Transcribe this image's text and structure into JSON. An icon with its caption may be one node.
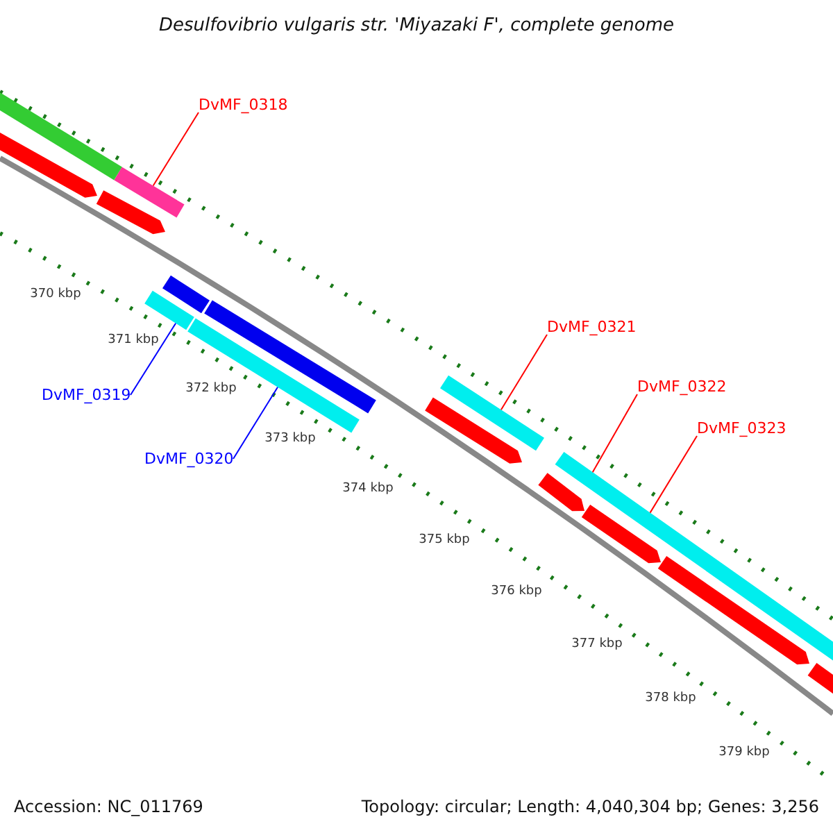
{
  "diagram": {
    "title": "Desulfovibrio vulgaris str. 'Miyazaki F', complete genome",
    "nodes": [
      {
        "text": [
          "DvMF_0318"
        ]
      },
      {
        "text": [],
        "shape": "bar"
      },
      {
        "text": [
          "DvMF_0321"
        ]
      },
      {
        "text": [],
        "shape": "bar"
      },
      {
        "text": [
          "DvMF_0322"
        ]
      },
      {
        "text": [
          "DvMF_0323"
        ]
      },
      {
        "text": [],
        "shape": "bar"
      },
      {
        "text": [
          "DvMF_0319"
        ]
      },
      {
        "text": [],
        "shape": "bar"
      },
      {
        "text": [
          "DvMF_0320"
        ]
      },
      {
        "text": [],
        "shape": "bar"
      },
      {
        "text": [],
        "shape": "bar"
      },
      {
        "text": [],
        "shape": "arrow"
      },
      {
        "text": [],
        "shape": "arrow"
      },
      {
        "text": [],
        "shape": "bar"
      },
      {
        "text": [],
        "shape": "bar"
      },
      {
        "text": [],
        "shape": "arrow"
      },
      {
        "text": [],
        "shape": "arrow"
      },
      {
        "text": [],
        "shape": "arrow"
      },
      {
        "text": [],
        "shape": "arrow"
      },
      {
        "text": [],
        "shape": "arrow"
      }
    ],
    "edges": [
      {
        "from": 0,
        "to": 1,
        "arrow": "none"
      },
      {
        "from": 2,
        "to": 3,
        "arrow": "none"
      },
      {
        "from": 4,
        "to": 6,
        "arrow": "none"
      },
      {
        "from": 5,
        "to": 6,
        "arrow": "none"
      },
      {
        "from": 7,
        "to": 8,
        "arrow": "none",
        "color": "#0000ff"
      },
      {
        "from": 9,
        "to": 10,
        "arrow": "none",
        "color": "#0000ff"
      }
    ],
    "labels": [
      "370 kbp",
      "371 kbp",
      "372 kbp",
      "373 kbp",
      "374 kbp",
      "375 kbp",
      "376 kbp",
      "377 kbp",
      "378 kbp",
      "379 kbp",
      "Accession: NC_011769",
      "Topology: circular; Length: 4,040,304 bp; Genes: 3,256"
    ]
  }
}
